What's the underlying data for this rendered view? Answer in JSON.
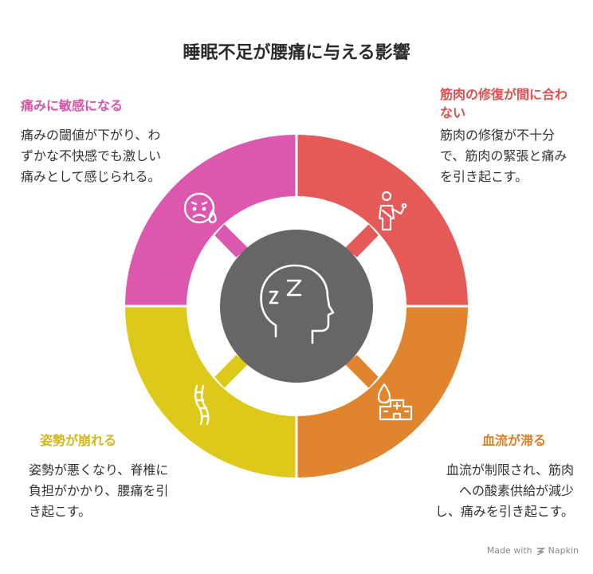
{
  "title": "睡眠不足が腰痛に与える影響",
  "colors": {
    "pink": "#db58ae",
    "red": "#e55a57",
    "yellow": "#ddc919",
    "orange": "#e0842e",
    "center": "#666666",
    "pink_text": "#d755a7",
    "red_text": "#e04e4e",
    "yellow_text": "#d2b81a",
    "orange_text": "#de7e26"
  },
  "center": {
    "icon": "sleeping-head-icon"
  },
  "segments": [
    {
      "id": "top-left",
      "heading": "痛みに敏感になる",
      "body": "痛みの閾値が下がり、わずかな不快感でも激しい痛みとして感じられる。",
      "icon": "sad-face-tear-icon"
    },
    {
      "id": "top-right",
      "heading": "筋肉の修復が間に合わない",
      "body": "筋肉の修復が不十分で、筋肉の緊張と痛みを引き起こす。",
      "icon": "injured-person-icon"
    },
    {
      "id": "bottom-left",
      "heading": "姿勢が崩れる",
      "body": "姿勢が悪くなり、脊椎に負担がかかり、腰痛を引き起こす。",
      "icon": "spine-icon"
    },
    {
      "id": "bottom-right",
      "heading": "血流が滞る",
      "body": "血流が制限され、筋肉への酸素供給が減少し、痛みを引き起こす。",
      "icon": "blood-drop-hospital-icon"
    }
  ],
  "footer": {
    "made_with": "Made with",
    "brand": "Napkin"
  }
}
